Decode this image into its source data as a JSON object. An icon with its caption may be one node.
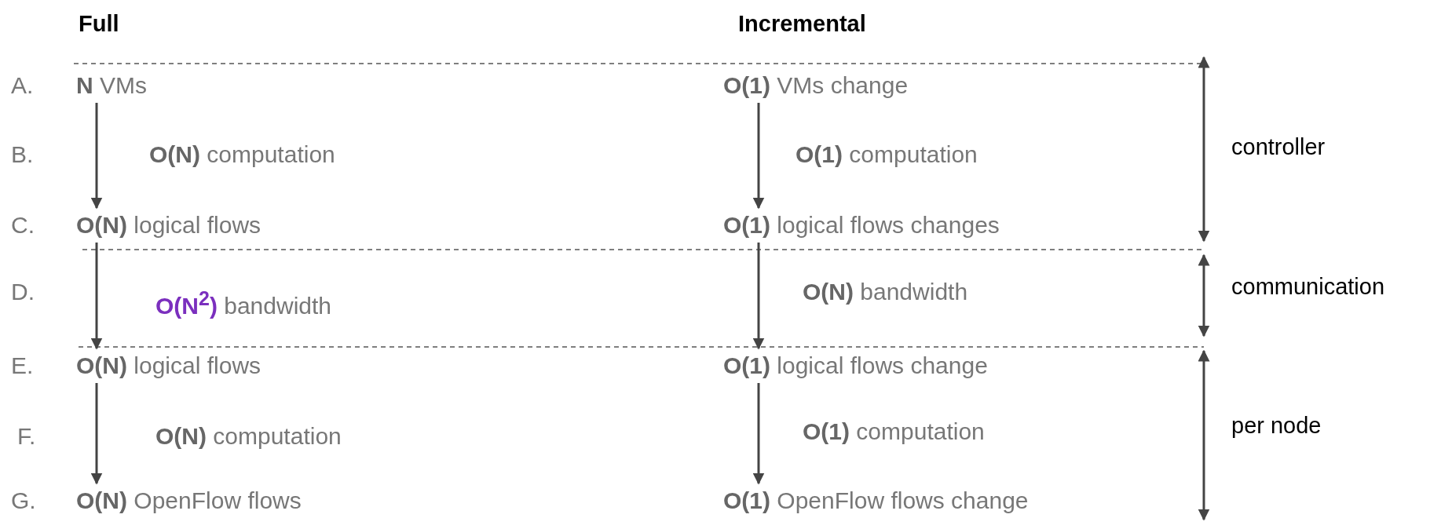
{
  "diagram": {
    "nodes": [
      {
        "text": [
          "**N** VMs"
        ]
      },
      {
        "text": [
          "**O(N)** logical flows"
        ]
      },
      {
        "text": [
          "**O(N)** logical flows"
        ]
      },
      {
        "text": [
          "**O(N)** OpenFlow flows"
        ]
      },
      {
        "text": [
          "**O(1)** VMs change"
        ]
      },
      {
        "text": [
          "**O(1)** logical flows changes"
        ]
      },
      {
        "text": [
          "**O(1)** logical flows change"
        ]
      },
      {
        "text": [
          "**O(1)** OpenFlow flows change"
        ]
      }
    ],
    "edges": [
      {
        "from": 0,
        "to": 1,
        "arrow": "to",
        "label": "**O(N)** computation"
      },
      {
        "from": 1,
        "to": 2,
        "arrow": "to",
        "label": "**O(N$^{2}$)** bandwidth"
      },
      {
        "from": 2,
        "to": 3,
        "arrow": "to",
        "label": "**O(N)** computation"
      },
      {
        "from": 4,
        "to": 5,
        "arrow": "to",
        "label": "**O(1)** computation"
      },
      {
        "from": 5,
        "to": 6,
        "arrow": "to",
        "label": "**O(N)** bandwidth"
      },
      {
        "from": 6,
        "to": 7,
        "arrow": "to",
        "label": "**O(1)** computation"
      }
    ],
    "labels": [
      "Full",
      "Incremental",
      "A.",
      "B.",
      "controller",
      "C.",
      "D.",
      "communication",
      "E.",
      "F.",
      "per node",
      "G."
    ]
  }
}
